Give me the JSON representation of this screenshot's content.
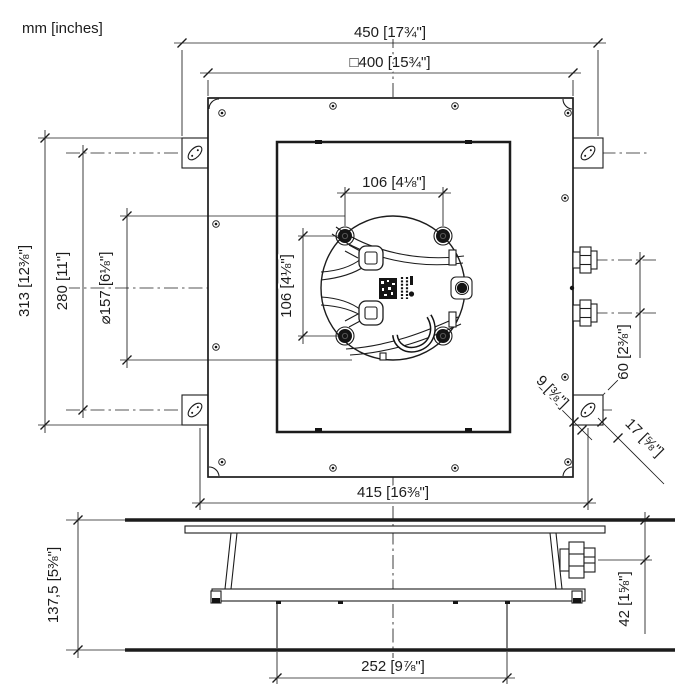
{
  "drawing": {
    "units_label": "mm [inches]",
    "dimensions": {
      "overall_width": "450 [17¾\"]",
      "plate_size": "□400 [15¾\"]",
      "overall_height": "313 [12⅜\"]",
      "ear_spacing": "280 [11\"]",
      "body_diameter": "⌀157 [6⅛\"]",
      "screw_spacing_h": "106 [4⅛\"]",
      "screw_spacing_v": "106 [4⅛\"]",
      "fitting_spacing": "60 [2⅜\"]",
      "slot_offset": "9 [⅜\"]",
      "slot_length": "17 [⅝\"]",
      "flange_width": "415 [16⅜\"]",
      "install_depth": "137,5 [5⅜\"]",
      "fitting_depth": "42 [1⅝\"]",
      "duct_width": "252 [9⅞\"]"
    }
  }
}
